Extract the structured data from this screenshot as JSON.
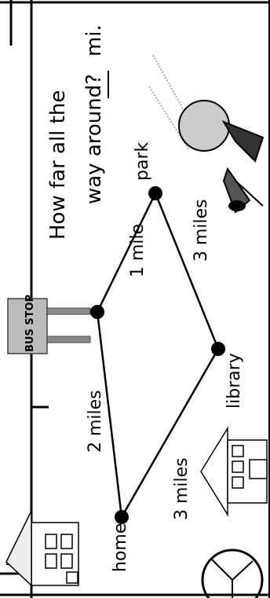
{
  "question": {
    "line1": "How far all the",
    "line2": "way around?",
    "answer_blank": "_____",
    "unit": "mi."
  },
  "places": {
    "home": "home",
    "library": "library",
    "park": "park",
    "bus_stop": "BUS STOP"
  },
  "routes": {
    "home_to_bus_stop": "2 miles",
    "bus_stop_to_park": "1 mile",
    "park_to_library": "3 miles",
    "library_to_home": "3 miles"
  },
  "icons": [
    "house-icon",
    "library-building-icon",
    "bus-stop-sign-icon",
    "child-on-swing-icon",
    "bicycle-wheel-icon"
  ]
}
